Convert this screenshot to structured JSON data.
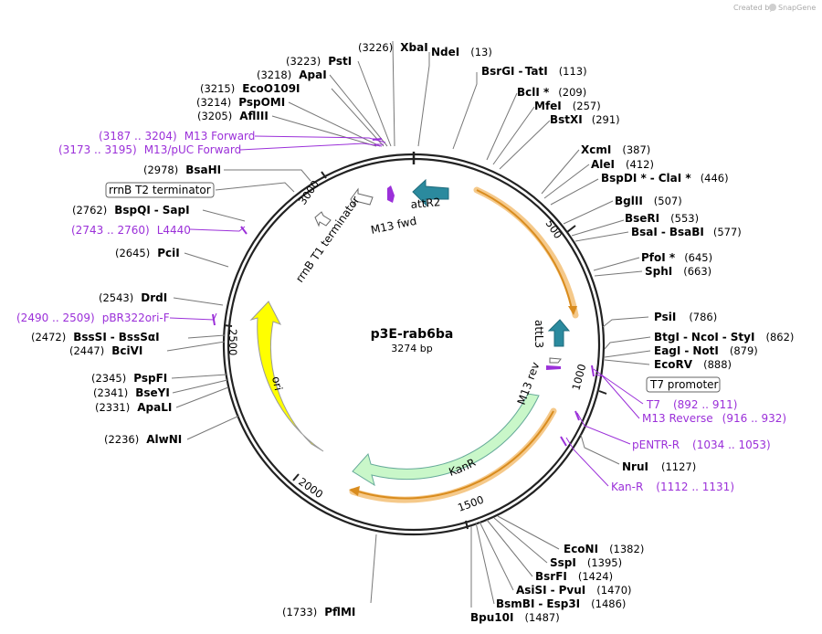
{
  "header": {
    "credit": "Created by",
    "brand": "SnapGene"
  },
  "plasmid": {
    "name": "p3E-rab6ba",
    "length_label": "3274 bp",
    "length": 3274
  },
  "ticks": [
    "500",
    "1000",
    "1500",
    "2000",
    "2500",
    "3000"
  ],
  "colors": {
    "backbone": "#222222",
    "attr": "#2b8a9e",
    "orf_highlight": "#f5c98a",
    "orf_arrow": "#d98c1e",
    "kanr": "#c9f7c9",
    "ori": "#ffff00",
    "primer": "#9b30d9",
    "promoter": "#ffffff"
  },
  "features": {
    "attR2": "attR2",
    "attL3": "attL3",
    "kanr": "KanR",
    "ori": "ori",
    "m13fwd": "M13 fwd",
    "m13rev": "M13 rev",
    "rrnb_t1": "rrnB T1 terminator",
    "rrnb_t2_box": "rrnB T2 terminator",
    "t7_box": "T7 promoter"
  },
  "enzymes": {
    "xbai": {
      "name": "XbaI",
      "pos": "(3226)"
    },
    "psti": {
      "name": "PstI",
      "pos": "(3223)"
    },
    "apai": {
      "name": "ApaI",
      "pos": "(3218)"
    },
    "ecoo109i": {
      "name": "EcoO109I",
      "pos": "(3215)"
    },
    "pspomi": {
      "name": "PspOMI",
      "pos": "(3214)"
    },
    "afliii": {
      "name": "AflIII",
      "pos": "(3205)"
    },
    "bsahi": {
      "name": "BsaHI",
      "pos": "(2978)"
    },
    "bspqi": {
      "name": "BspQI",
      "name2": "SapI",
      "pos": "(2762)"
    },
    "pcii": {
      "name": "PciI",
      "pos": "(2645)"
    },
    "drdi": {
      "name": "DrdI",
      "pos": "(2543)"
    },
    "bsssi": {
      "name": "BssSI",
      "name2": "BssSαI",
      "pos": "(2472)"
    },
    "bcivi": {
      "name": "BciVI",
      "pos": "(2447)"
    },
    "pspfi": {
      "name": "PspFI",
      "pos": "(2345)"
    },
    "bseyi": {
      "name": "BseYI",
      "pos": "(2341)"
    },
    "apali": {
      "name": "ApaLI",
      "pos": "(2331)"
    },
    "alwni": {
      "name": "AlwNI",
      "pos": "(2236)"
    },
    "pflmi": {
      "name": "PflMI",
      "pos": "(1733)"
    },
    "ndei": {
      "name": "NdeI",
      "pos": "(13)"
    },
    "bsrgi": {
      "name": "BsrGI",
      "name2": "TatI",
      "pos": "(113)"
    },
    "bcli": {
      "name": "BclI *",
      "pos": "(209)"
    },
    "mfei": {
      "name": "MfeI",
      "pos": "(257)"
    },
    "bstxi": {
      "name": "BstXI",
      "pos": "(291)"
    },
    "xcmi": {
      "name": "XcmI",
      "pos": "(387)"
    },
    "alei": {
      "name": "AleI",
      "pos": "(412)"
    },
    "bspdi": {
      "name": "BspDI *",
      "name2": "ClaI *",
      "pos": "(446)"
    },
    "bglii": {
      "name": "BglII",
      "pos": "(507)"
    },
    "bseri": {
      "name": "BseRI",
      "pos": "(553)"
    },
    "bsai": {
      "name": "BsaI",
      "name2": "BsaBI",
      "pos": "(577)"
    },
    "pfoi": {
      "name": "PfoI *",
      "pos": "(645)"
    },
    "sphi": {
      "name": "SphI",
      "pos": "(663)"
    },
    "psii": {
      "name": "PsiI",
      "pos": "(786)"
    },
    "btgi": {
      "name": "BtgI",
      "name2": "NcoI",
      "name3": "StyI",
      "pos": "(862)"
    },
    "eagi": {
      "name": "EagI",
      "name2": "NotI",
      "pos": "(879)"
    },
    "ecorv": {
      "name": "EcoRV",
      "pos": "(888)"
    },
    "nrui": {
      "name": "NruI",
      "pos": "(1127)"
    },
    "econi": {
      "name": "EcoNI",
      "pos": "(1382)"
    },
    "sspi": {
      "name": "SspI",
      "pos": "(1395)"
    },
    "bsrfi": {
      "name": "BsrFI",
      "pos": "(1424)"
    },
    "asisi": {
      "name": "AsiSI",
      "name2": "PvuI",
      "pos": "(1470)"
    },
    "bsmbi": {
      "name": "BsmBI",
      "name2": "Esp3I",
      "pos": "(1486)"
    },
    "bpu10i": {
      "name": "Bpu10I",
      "pos": "(1487)"
    }
  },
  "primers": {
    "m13fwd": {
      "range": "(3187 .. 3204)",
      "name": "M13 Forward"
    },
    "m13puc": {
      "range": "(3173 .. 3195)",
      "name": "M13/pUC Forward"
    },
    "l4440": {
      "range": "(2743 .. 2760)",
      "name": "L4440"
    },
    "pbr322": {
      "range": "(2490 .. 2509)",
      "name": "pBR322ori-F"
    },
    "t7": {
      "name": "T7",
      "range": "(892 .. 911)"
    },
    "m13rev": {
      "name": "M13 Reverse",
      "range": "(916 .. 932)"
    },
    "pentr": {
      "name": "pENTR-R",
      "range": "(1034 .. 1053)"
    },
    "kanr": {
      "name": "Kan-R",
      "range": "(1112 .. 1131)"
    }
  }
}
